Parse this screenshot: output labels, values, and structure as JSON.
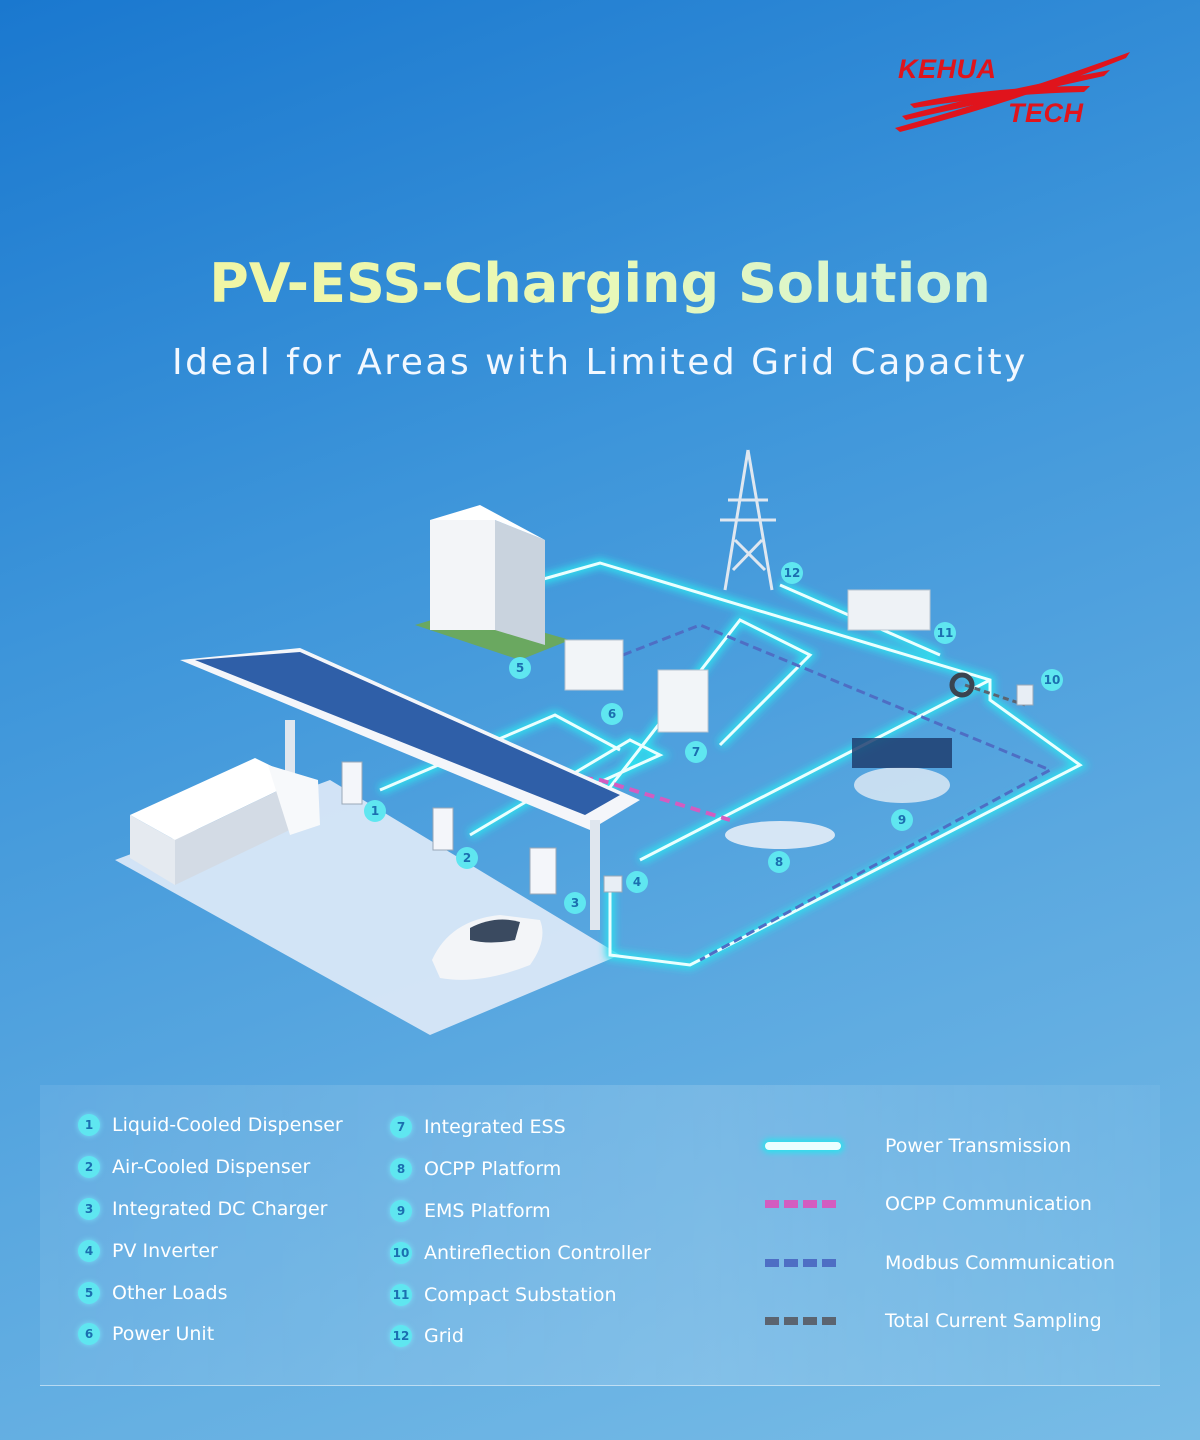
{
  "logo": {
    "line1": "KEHUA",
    "line2": "TECH",
    "color": "#e0141c"
  },
  "title": "PV-ESS-Charging Solution",
  "subtitle": "Ideal for Areas with Limited Grid Capacity",
  "components": [
    {
      "num": "1",
      "label": "Liquid-Cooled Dispenser"
    },
    {
      "num": "2",
      "label": "Air-Cooled Dispenser"
    },
    {
      "num": "3",
      "label": "Integrated DC Charger"
    },
    {
      "num": "4",
      "label": "PV Inverter"
    },
    {
      "num": "5",
      "label": "Other Loads"
    },
    {
      "num": "6",
      "label": "Power Unit"
    },
    {
      "num": "7",
      "label": "Integrated ESS"
    },
    {
      "num": "8",
      "label": "OCPP Platform"
    },
    {
      "num": "9",
      "label": "EMS Platform"
    },
    {
      "num": "10",
      "label": "Antireflection Controller"
    },
    {
      "num": "11",
      "label": "Compact Substation"
    },
    {
      "num": "12",
      "label": "Grid"
    }
  ],
  "line_legend": [
    {
      "label": "Power Transmission",
      "color": "#2de0ee"
    },
    {
      "label": "OCPP Communication",
      "color": "#d35cc0"
    },
    {
      "label": "Modbus Communication",
      "color": "#4e6ec4"
    },
    {
      "label": "Total Current Sampling",
      "color": "#5b6470"
    }
  ]
}
